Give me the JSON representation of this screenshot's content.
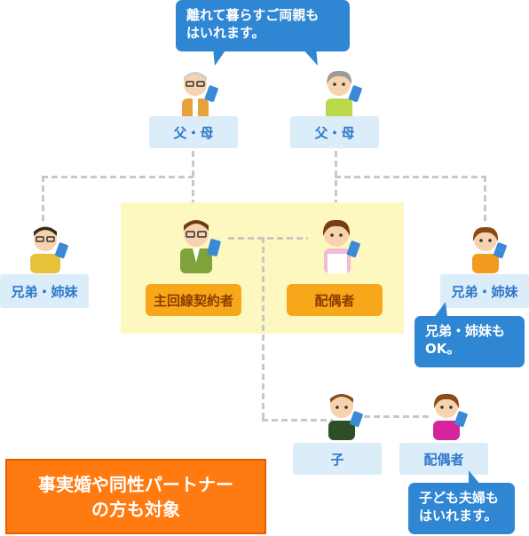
{
  "bubbles": {
    "top": "離れて暮らすご両親も\nはいれます。",
    "siblings": "兄弟・姉妹も\nOK。",
    "child": "子ども夫婦も\nはいれます。"
  },
  "nodes": {
    "father_mother_left": "父・母",
    "father_mother_right": "父・母",
    "sibling_left": "兄弟・姉妹",
    "sibling_right": "兄弟・姉妹",
    "main_contractor": "主回線契約者",
    "spouse": "配偶者",
    "child": "子",
    "child_spouse": "配偶者"
  },
  "banner": "事実婚や同性パートナー\nの方も対象",
  "colors": {
    "node_bg": "#dcedfa",
    "node_text": "#2f78c8",
    "highlight_bg": "#fdf7c0",
    "accent_orange": "#f7a71a",
    "bubble_blue": "#2f86d3",
    "banner_orange": "#ff7a10",
    "connector": "#c8c8c8"
  },
  "icons": [
    "father-person-icon",
    "mother-person-icon",
    "sibling-man-icon",
    "contractor-man-icon",
    "spouse-woman-icon",
    "sibling-woman-icon",
    "child-boy-icon",
    "child-spouse-girl-icon"
  ]
}
